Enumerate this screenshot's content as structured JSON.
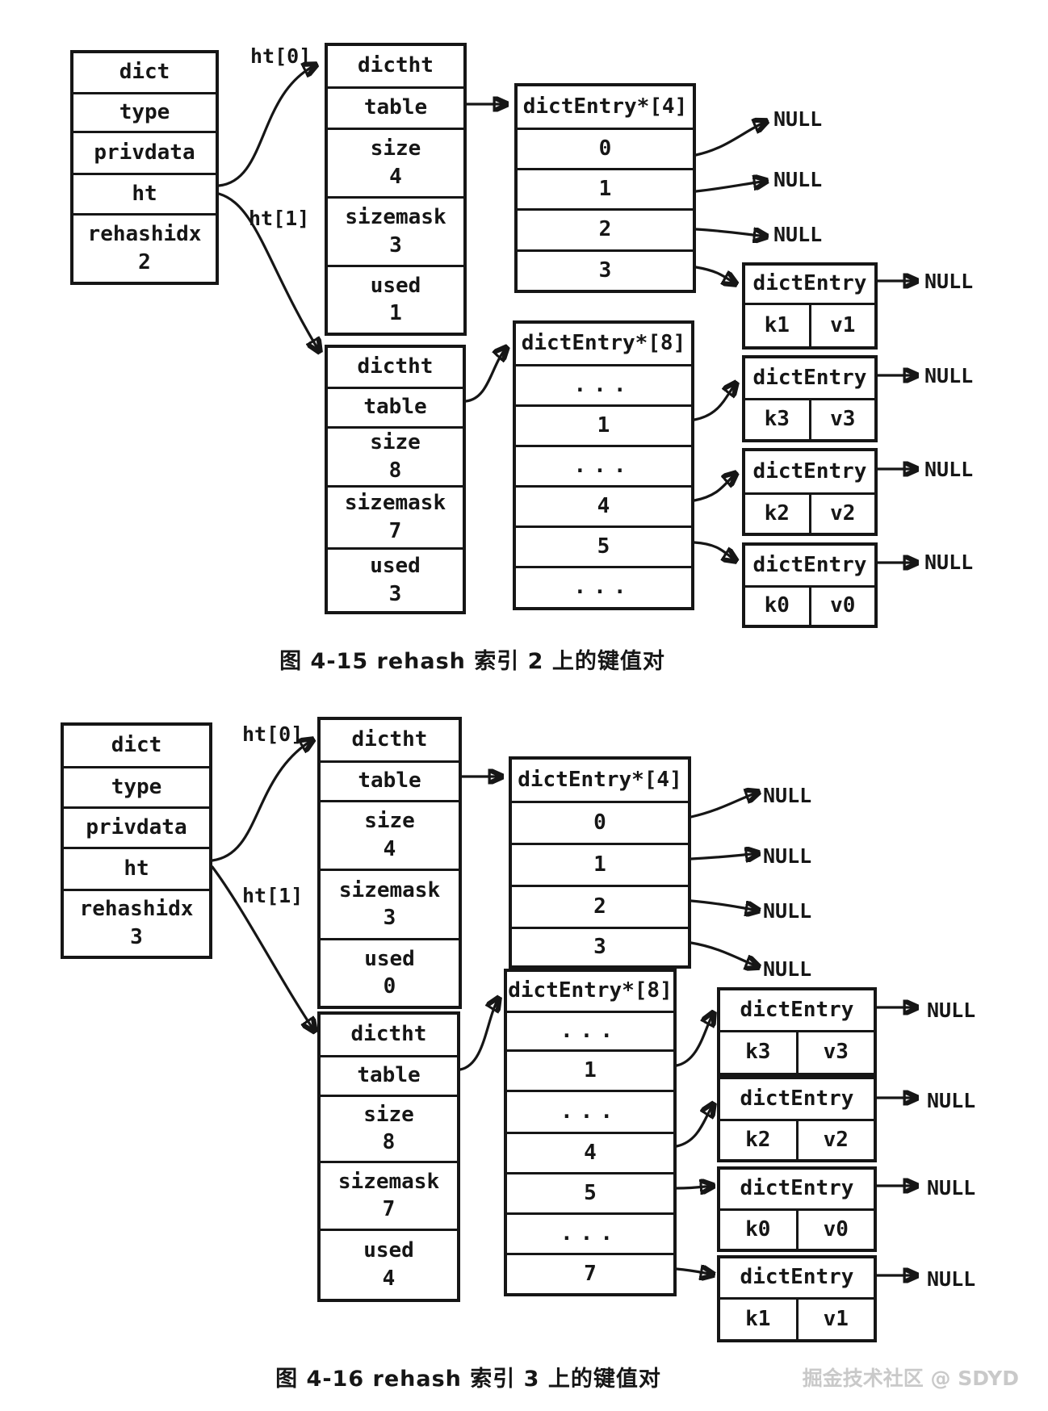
{
  "page": {
    "watermark": "掘金技术社区 @ SDYD"
  },
  "labels": {
    "null": "NULL"
  },
  "fig1": {
    "caption": "图 4-15   rehash 索引 2 上的键值对",
    "ht0_ref": "ht[0]",
    "ht1_ref": "ht[1]",
    "dict": {
      "title": "dict",
      "type": "type",
      "privdata": "privdata",
      "ht": "ht",
      "rehash": "rehashidx",
      "rehash_value": "2"
    },
    "table0": {
      "title": "dictht",
      "table": "table",
      "size": "size",
      "size_value": "4",
      "sizemask": "sizemask",
      "sizemask_value": "3",
      "used": "used",
      "used_value": "1"
    },
    "table1": {
      "title": "dictht",
      "table": "table",
      "size": "size",
      "size_value": "8",
      "sizemask": "sizemask",
      "sizemask_value": "7",
      "used": "used",
      "used_value": "3"
    },
    "arr4": {
      "header": "dictEntry*[4]",
      "rows": [
        "0",
        "1",
        "2",
        "3"
      ]
    },
    "arr8": {
      "header": "dictEntry*[8]",
      "rows": [
        "...",
        "1",
        "...",
        "4",
        "5",
        "..."
      ]
    },
    "entries": [
      {
        "title": "dictEntry",
        "key": "k1",
        "value": "v1"
      },
      {
        "title": "dictEntry",
        "key": "k3",
        "value": "v3"
      },
      {
        "title": "dictEntry",
        "key": "k2",
        "value": "v2"
      },
      {
        "title": "dictEntry",
        "key": "k0",
        "value": "v0"
      }
    ]
  },
  "fig2": {
    "caption": "图 4-16   rehash 索引 3 上的键值对",
    "ht0_ref": "ht[0]",
    "ht1_ref": "ht[1]",
    "dict": {
      "title": "dict",
      "type": "type",
      "privdata": "privdata",
      "ht": "ht",
      "rehash": "rehashidx",
      "rehash_value": "3"
    },
    "table0": {
      "title": "dictht",
      "table": "table",
      "size": "size",
      "size_value": "4",
      "sizemask": "sizemask",
      "sizemask_value": "3",
      "used": "used",
      "used_value": "0"
    },
    "table1": {
      "title": "dictht",
      "table": "table",
      "size": "size",
      "size_value": "8",
      "sizemask": "sizemask",
      "sizemask_value": "7",
      "used": "used",
      "used_value": "4"
    },
    "arr4": {
      "header": "dictEntry*[4]",
      "rows": [
        "0",
        "1",
        "2",
        "3"
      ]
    },
    "arr8": {
      "header": "dictEntry*[8]",
      "rows": [
        "...",
        "1",
        "...",
        "4",
        "5",
        "...",
        "7"
      ]
    },
    "entries": [
      {
        "title": "dictEntry",
        "key": "k3",
        "value": "v3"
      },
      {
        "title": "dictEntry",
        "key": "k2",
        "value": "v2"
      },
      {
        "title": "dictEntry",
        "key": "k0",
        "value": "v0"
      },
      {
        "title": "dictEntry",
        "key": "k1",
        "value": "v1"
      }
    ]
  }
}
